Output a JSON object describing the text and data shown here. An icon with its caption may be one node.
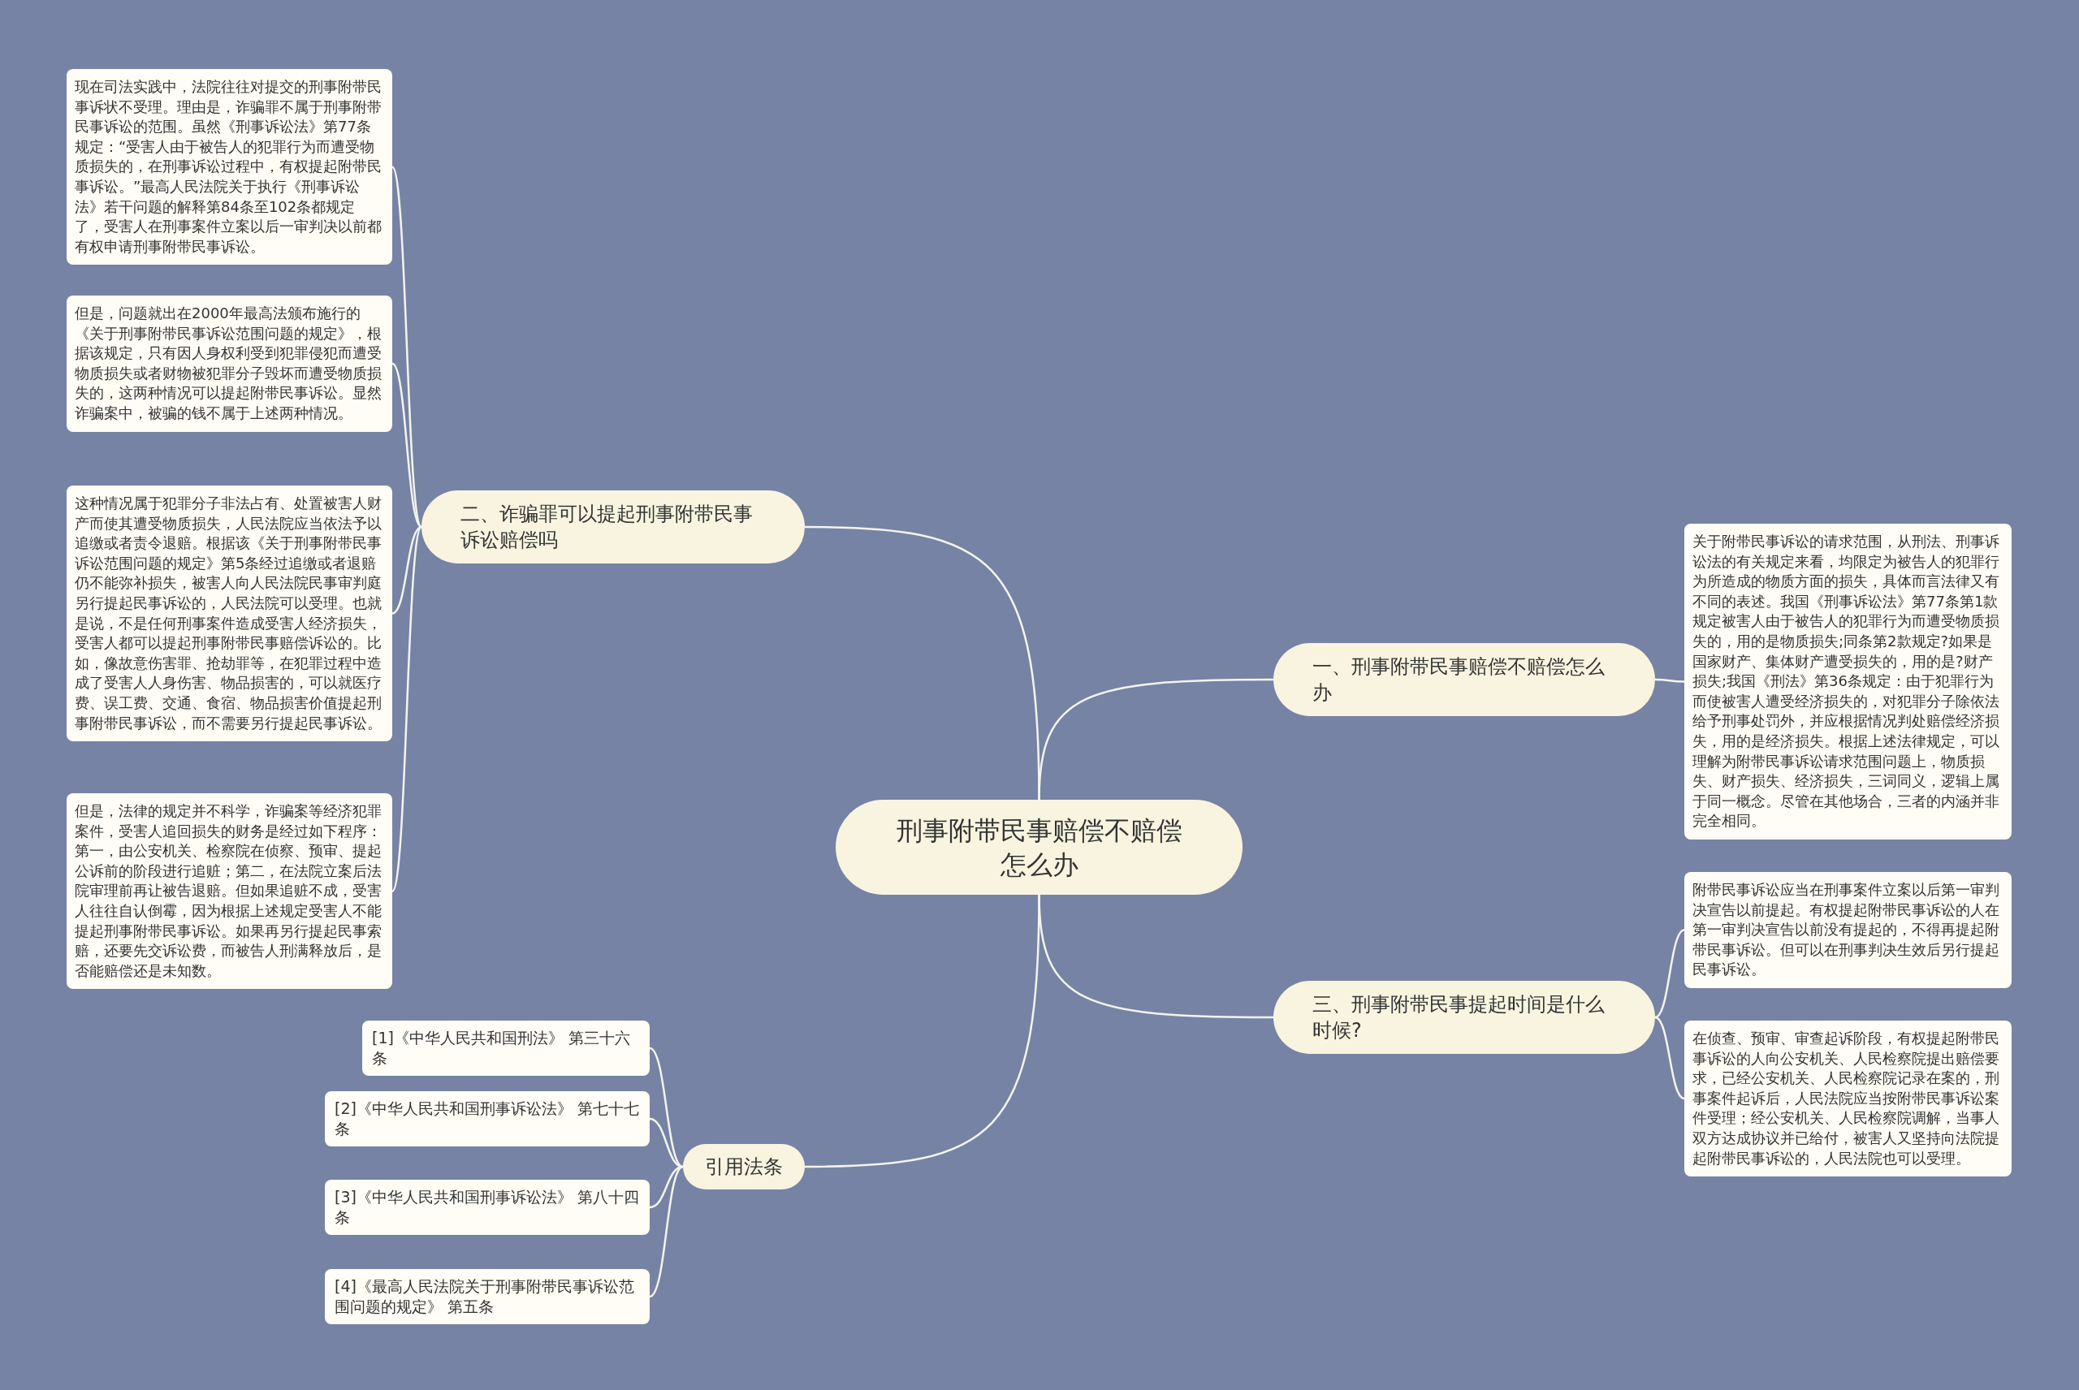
{
  "diagram": {
    "nodes": [
      {
        "text": [
          "刑事附带民事赔偿不赔偿怎么办"
        ]
      },
      {
        "text": [
          "一、刑事附带民事赔偿不赔偿怎么办"
        ]
      },
      {
        "text": [
          "二、诈骗罪可以提起刑事附带民事诉讼赔偿吗"
        ]
      },
      {
        "text": [
          "三、刑事附带民事提起时间是什么时候?"
        ]
      },
      {
        "text": [
          "引用法条"
        ]
      },
      {
        "text": [
          "现在司法实践中，法院往往对提交的刑事附带民事诉状不受理。理由是，诈骗罪不属于刑事附带民事诉讼的范围。虽然《刑事诉讼法》第77条规定：“受害人由于被告人的犯罪行为而遭受物质损失的，在刑事诉讼过程中，有权提起附带民事诉讼。”最高人民法院关于执行《刑事诉讼法》若干问题的解释第84条至102条都规定了，受害人在刑事案件立案以后一审判决以前都有权申请刑事附带民事诉讼。"
        ]
      },
      {
        "text": [
          "但是，问题就出在2000年最高法颁布施行的《关于刑事附带民事诉讼范围问题的规定》，根据该规定，只有因人身权利受到犯罪侵犯而遭受物质损失或者财物被犯罪分子毁坏而遭受物质损失的，这两种情况可以提起附带民事诉讼。显然诈骗案中，被骗的钱不属于上述两种情况。"
        ]
      },
      {
        "text": [
          "这种情况属于犯罪分子非法占有、处置被害人财产而使其遭受物质损失，人民法院应当依法予以追缴或者责令退赔。根据该《关于刑事附带民事诉讼范围问题的规定》第5条经过追缴或者退赔仍不能弥补损失，被害人向人民法院民事审判庭另行提起民事诉讼的，人民法院可以受理。也就是说，不是任何刑事案件造成受害人经济损失，受害人都可以提起刑事附带民事赔偿诉讼的。比如，像故意伤害罪、抢劫罪等，在犯罪过程中造成了受害人人身伤害、物品损害的，可以就医疗费、误工费、交通、食宿、物品损害价值提起刑事附带民事诉讼，而不需要另行提起民事诉讼。"
        ]
      },
      {
        "text": [
          "但是，法律的规定并不科学，诈骗案等经济犯罪案件，受害人追回损失的财务是经过如下程序：第一，由公安机关、检察院在侦察、预审、提起公诉前的阶段进行追赃；第二，在法院立案后法院审理前再让被告退赔。但如果追赃不成，受害人往往自认倒霉，因为根据上述规定受害人不能提起刑事附带民事诉讼。如果再另行提起民事索赔，还要先交诉讼费，而被告人刑满释放后，是否能赔偿还是未知数。"
        ]
      },
      {
        "text": [
          "关于附带民事诉讼的请求范围，从刑法、刑事诉讼法的有关规定来看，均限定为被告人的犯罪行为所造成的物质方面的损失，具体而言法律又有不同的表述。我国《刑事诉讼法》第77条第1款规定被害人由于被告人的犯罪行为而遭受物质损失的，用的是物质损失;同条第2款规定?如果是国家财产、集体财产遭受损失的，用的是?财产损失;我国《刑法》第36条规定：由于犯罪行为而使被害人遭受经济损失的，对犯罪分子除依法给予刑事处罚外，并应根据情况判处赔偿经济损失，用的是经济损失。根据上述法律规定，可以理解为附带民事诉讼请求范围问题上，物质损失、财产损失、经济损失，三词同义，逻辑上属于同一概念。尽管在其他场合，三者的内涵并非完全相同。"
        ]
      },
      {
        "text": [
          "附带民事诉讼应当在刑事案件立案以后第一审判决宣告以前提起。有权提起附带民事诉讼的人在第一审判决宣告以前没有提起的，不得再提起附带民事诉讼。但可以在刑事判决生效后另行提起民事诉讼。"
        ]
      },
      {
        "text": [
          "在侦查、预审、审查起诉阶段，有权提起附带民事诉讼的人向公安机关、人民检察院提出赔偿要求，已经公安机关、人民检察院记录在案的，刑事案件起诉后，人民法院应当按附带民事诉讼案件受理；经公安机关、人民检察院调解，当事人双方达成协议并已给付，被害人又坚持向法院提起附带民事诉讼的，人民法院也可以受理。"
        ]
      },
      {
        "text": [
          "[1]《中华人民共和国刑法》 第三十六条"
        ]
      },
      {
        "text": [
          "[2]《中华人民共和国刑事诉讼法》 第七十七条"
        ]
      },
      {
        "text": [
          "[3]《中华人民共和国刑事诉讼法》 第八十四条"
        ]
      },
      {
        "text": [
          "[4]《最高人民法院关于刑事附带民事诉讼范围问题的规定》 第五条"
        ]
      }
    ],
    "edges": [
      {
        "from": 0,
        "to": 1,
        "arrow": "none"
      },
      {
        "from": 0,
        "to": 2,
        "arrow": "none"
      },
      {
        "from": 0,
        "to": 3,
        "arrow": "none"
      },
      {
        "from": 0,
        "to": 4,
        "arrow": "none"
      },
      {
        "from": 2,
        "to": 5,
        "arrow": "none"
      },
      {
        "from": 2,
        "to": 6,
        "arrow": "none"
      },
      {
        "from": 2,
        "to": 7,
        "arrow": "none"
      },
      {
        "from": 2,
        "to": 8,
        "arrow": "none"
      },
      {
        "from": 1,
        "to": 9,
        "arrow": "none"
      },
      {
        "from": 3,
        "to": 10,
        "arrow": "none"
      },
      {
        "from": 3,
        "to": 11,
        "arrow": "none"
      },
      {
        "from": 4,
        "to": 12,
        "arrow": "none"
      },
      {
        "from": 4,
        "to": 13,
        "arrow": "none"
      },
      {
        "from": 4,
        "to": 14,
        "arrow": "none"
      },
      {
        "from": 4,
        "to": 15,
        "arrow": "none"
      }
    ]
  }
}
